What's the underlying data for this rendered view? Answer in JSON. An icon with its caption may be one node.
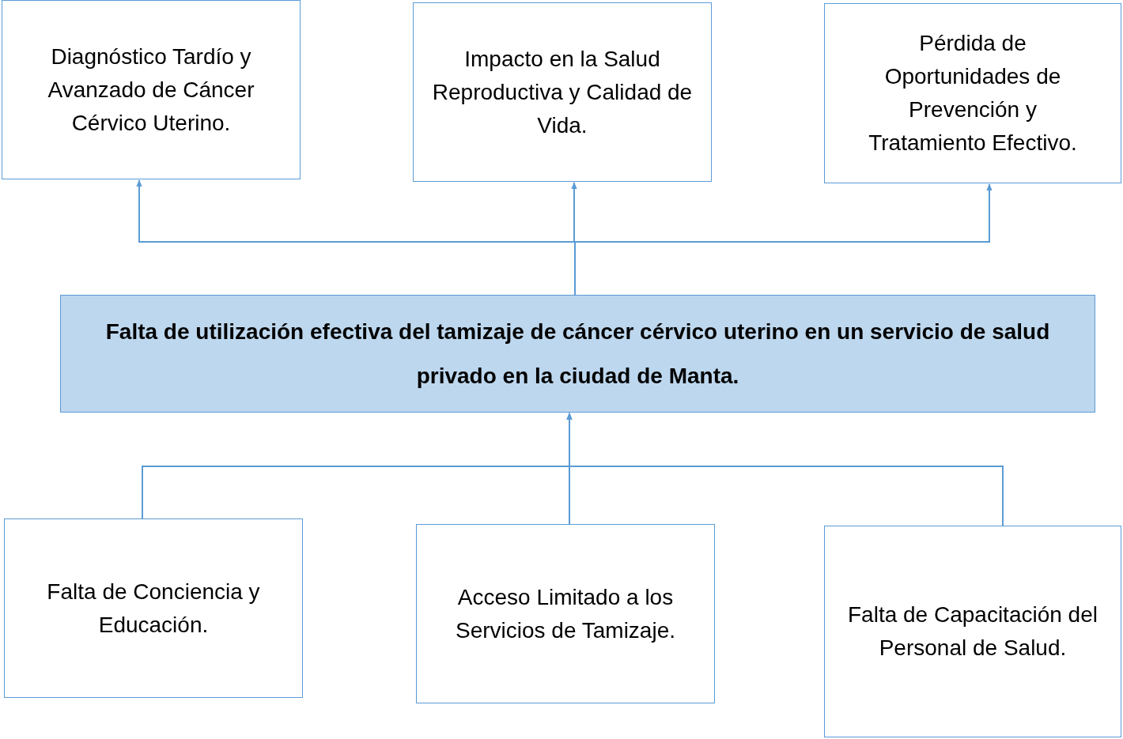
{
  "diagram": {
    "nodes": [
      {
        "text": [
          "Diagnóstico Tardío y Avanzado de Cáncer Cérvico Uterino."
        ]
      },
      {
        "text": [
          "Impacto en la Salud Reproductiva y Calidad de Vida."
        ]
      },
      {
        "text": [
          "Pérdida de Oportunidades de Prevención y Tratamiento Efectivo."
        ]
      },
      {
        "text": [
          "Falta de utilización efectiva del tamizaje de cáncer cérvico uterino en un servicio de salud privado en la ciudad de Manta."
        ]
      },
      {
        "text": [
          "Falta de Conciencia y Educación."
        ]
      },
      {
        "text": [
          "Acceso Limitado a los Servicios de Tamizaje."
        ]
      },
      {
        "text": [
          "Falta de Capacitación del Personal de Salud."
        ]
      }
    ],
    "edges": [
      {
        "from": 3,
        "to": 0,
        "arrow": "to"
      },
      {
        "from": 3,
        "to": 1,
        "arrow": "to"
      },
      {
        "from": 3,
        "to": 2,
        "arrow": "to"
      },
      {
        "from": 4,
        "to": 3,
        "arrow": "to"
      },
      {
        "from": 5,
        "to": 3,
        "arrow": "to"
      },
      {
        "from": 6,
        "to": 3,
        "arrow": "to"
      }
    ]
  }
}
